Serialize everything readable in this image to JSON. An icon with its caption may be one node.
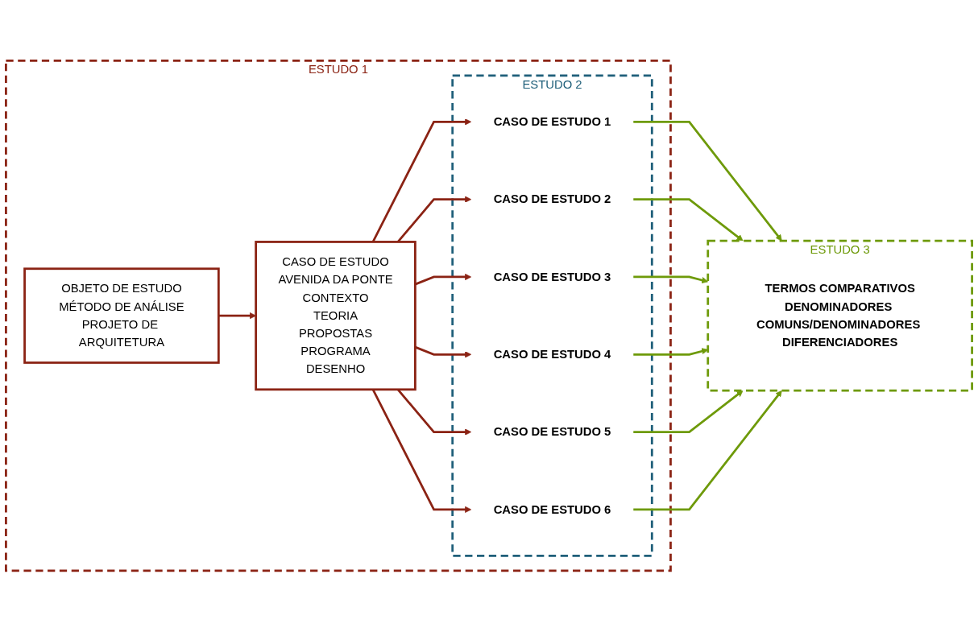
{
  "diagram": {
    "nodes": [
      {
        "text": [
          "ESTUDO 1"
        ]
      },
      {
        "text": [
          "ESTUDO 2"
        ],
        "in": 0
      },
      {
        "text": [
          "ESTUDO 3"
        ]
      },
      {
        "text": [
          "OBJETO DE ESTUDO",
          "MÉTODO DE ANÁLISE",
          "PROJETO DE ARQUITETURA"
        ],
        "in": 0
      },
      {
        "text": [
          "CASO DE ESTUDO",
          "AVENIDA DA PONTE",
          "CONTEXTO",
          "TEORIA",
          "PROPOSTAS",
          "PROGRAMA",
          "DESENHO"
        ],
        "in": 0
      },
      {
        "text": [
          "CASO DE ESTUDO 1"
        ],
        "in": 1
      },
      {
        "text": [
          "CASO DE ESTUDO 2"
        ],
        "in": 1
      },
      {
        "text": [
          "CASO DE ESTUDO 3"
        ],
        "in": 1
      },
      {
        "text": [
          "CASO DE ESTUDO 4"
        ],
        "in": 1
      },
      {
        "text": [
          "CASO DE ESTUDO 5"
        ],
        "in": 1
      },
      {
        "text": [
          "CASO DE ESTUDO 6"
        ],
        "in": 1
      },
      {
        "text": [
          "TERMOS COMPARATIVOS",
          "DENOMINADORES COMUNS/DENOMINADORES DIFERENCIADORES"
        ],
        "in": 2
      }
    ],
    "edges": [
      {
        "from": 3,
        "to": 4,
        "arrow": "to",
        "color": "#8b2314"
      },
      {
        "from": 4,
        "to": 5,
        "arrow": "to",
        "color": "#8b2314"
      },
      {
        "from": 4,
        "to": 6,
        "arrow": "to",
        "color": "#8b2314"
      },
      {
        "from": 4,
        "to": 7,
        "arrow": "to",
        "color": "#8b2314"
      },
      {
        "from": 4,
        "to": 8,
        "arrow": "to",
        "color": "#8b2314"
      },
      {
        "from": 4,
        "to": 9,
        "arrow": "to",
        "color": "#8b2314"
      },
      {
        "from": 4,
        "to": 10,
        "arrow": "to",
        "color": "#8b2314"
      },
      {
        "from": 5,
        "to": 2,
        "arrow": "to",
        "color": "#6e9a0a"
      },
      {
        "from": 6,
        "to": 2,
        "arrow": "to",
        "color": "#6e9a0a"
      },
      {
        "from": 7,
        "to": 2,
        "arrow": "to",
        "color": "#6e9a0a"
      },
      {
        "from": 8,
        "to": 2,
        "arrow": "to",
        "color": "#6e9a0a"
      },
      {
        "from": 9,
        "to": 2,
        "arrow": "to",
        "color": "#6e9a0a"
      },
      {
        "from": 10,
        "to": 2,
        "arrow": "to",
        "color": "#6e9a0a"
      }
    ]
  }
}
